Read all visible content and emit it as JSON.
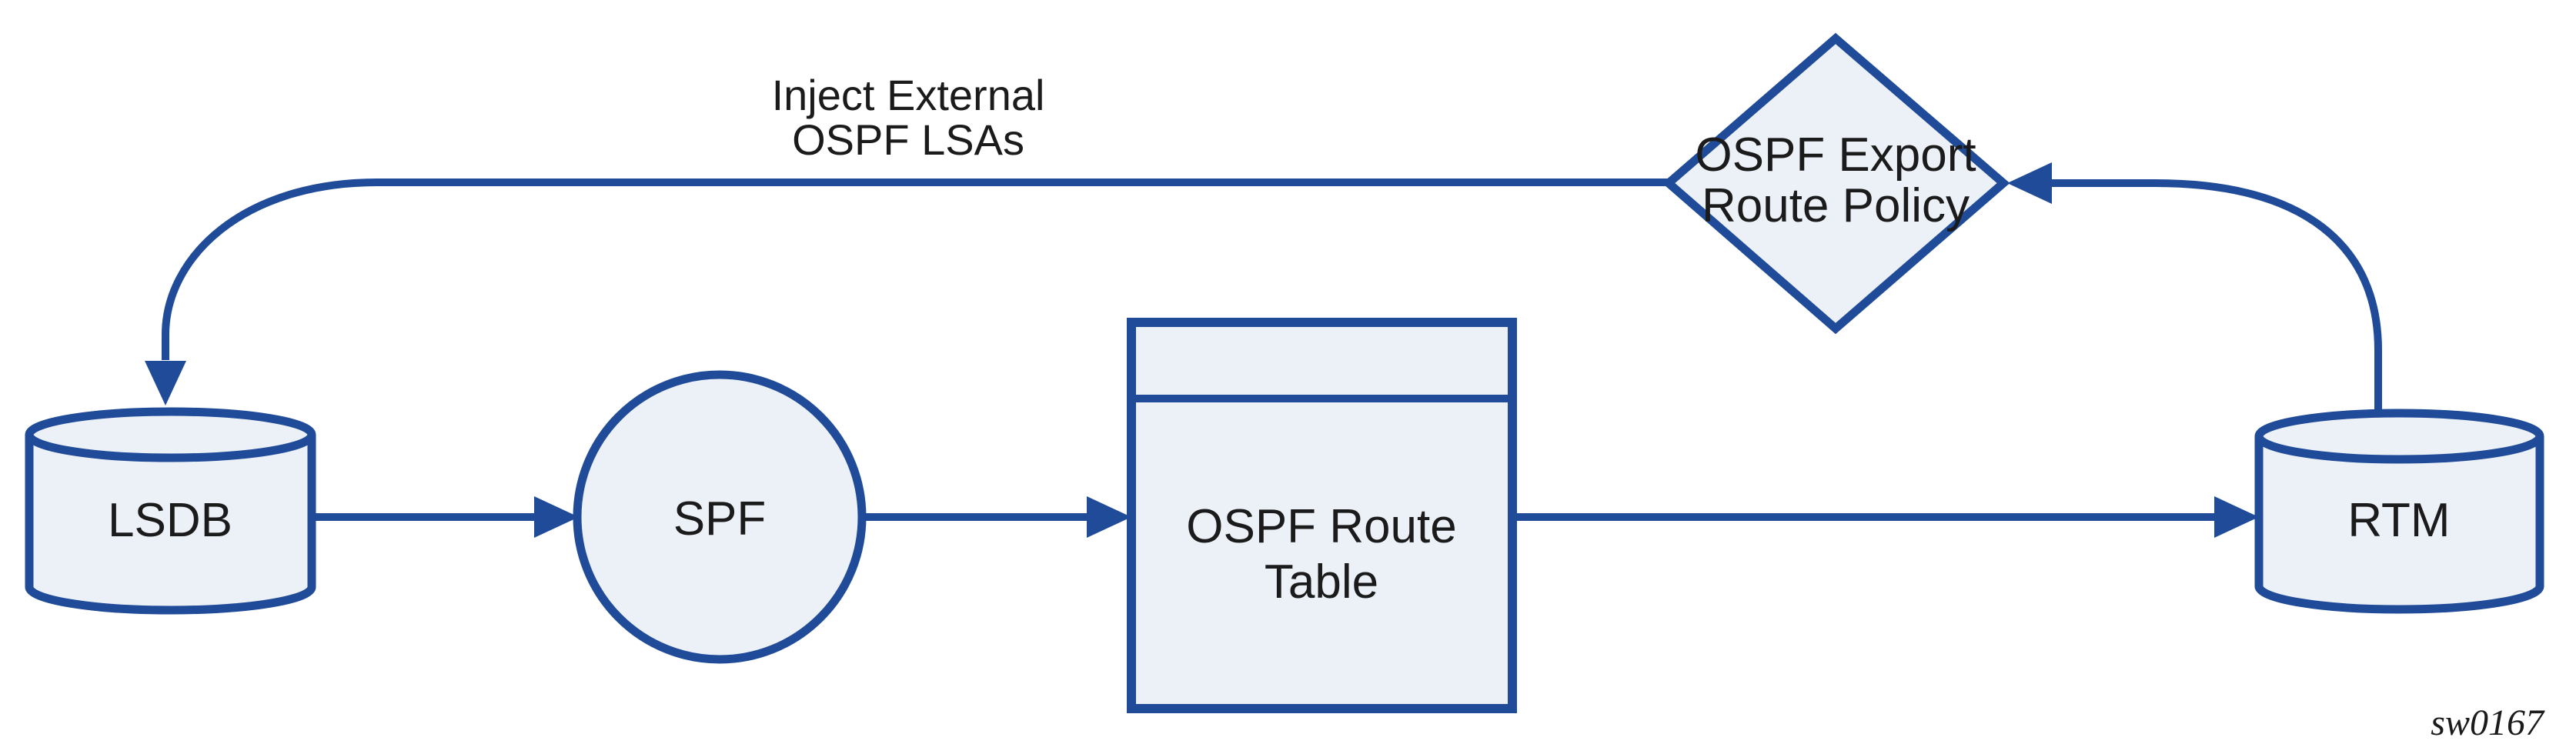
{
  "colors": {
    "stroke_blue": "#1f4b99",
    "shape_fill": "#ecf1f8",
    "text_black": "#1b1b1b"
  },
  "nodes": {
    "lsdb": {
      "label": "LSDB"
    },
    "spf": {
      "label": "SPF"
    },
    "route_table": {
      "label_line1": "OSPF Route",
      "label_line2": "Table"
    },
    "rtm": {
      "label": "RTM"
    },
    "export_policy": {
      "label_line1": "OSPF Export",
      "label_line2": "Route Policy"
    }
  },
  "annotations": {
    "inject_label_line1": "Inject External",
    "inject_label_line2": "OSPF LSAs",
    "figure_id": "sw0167"
  }
}
